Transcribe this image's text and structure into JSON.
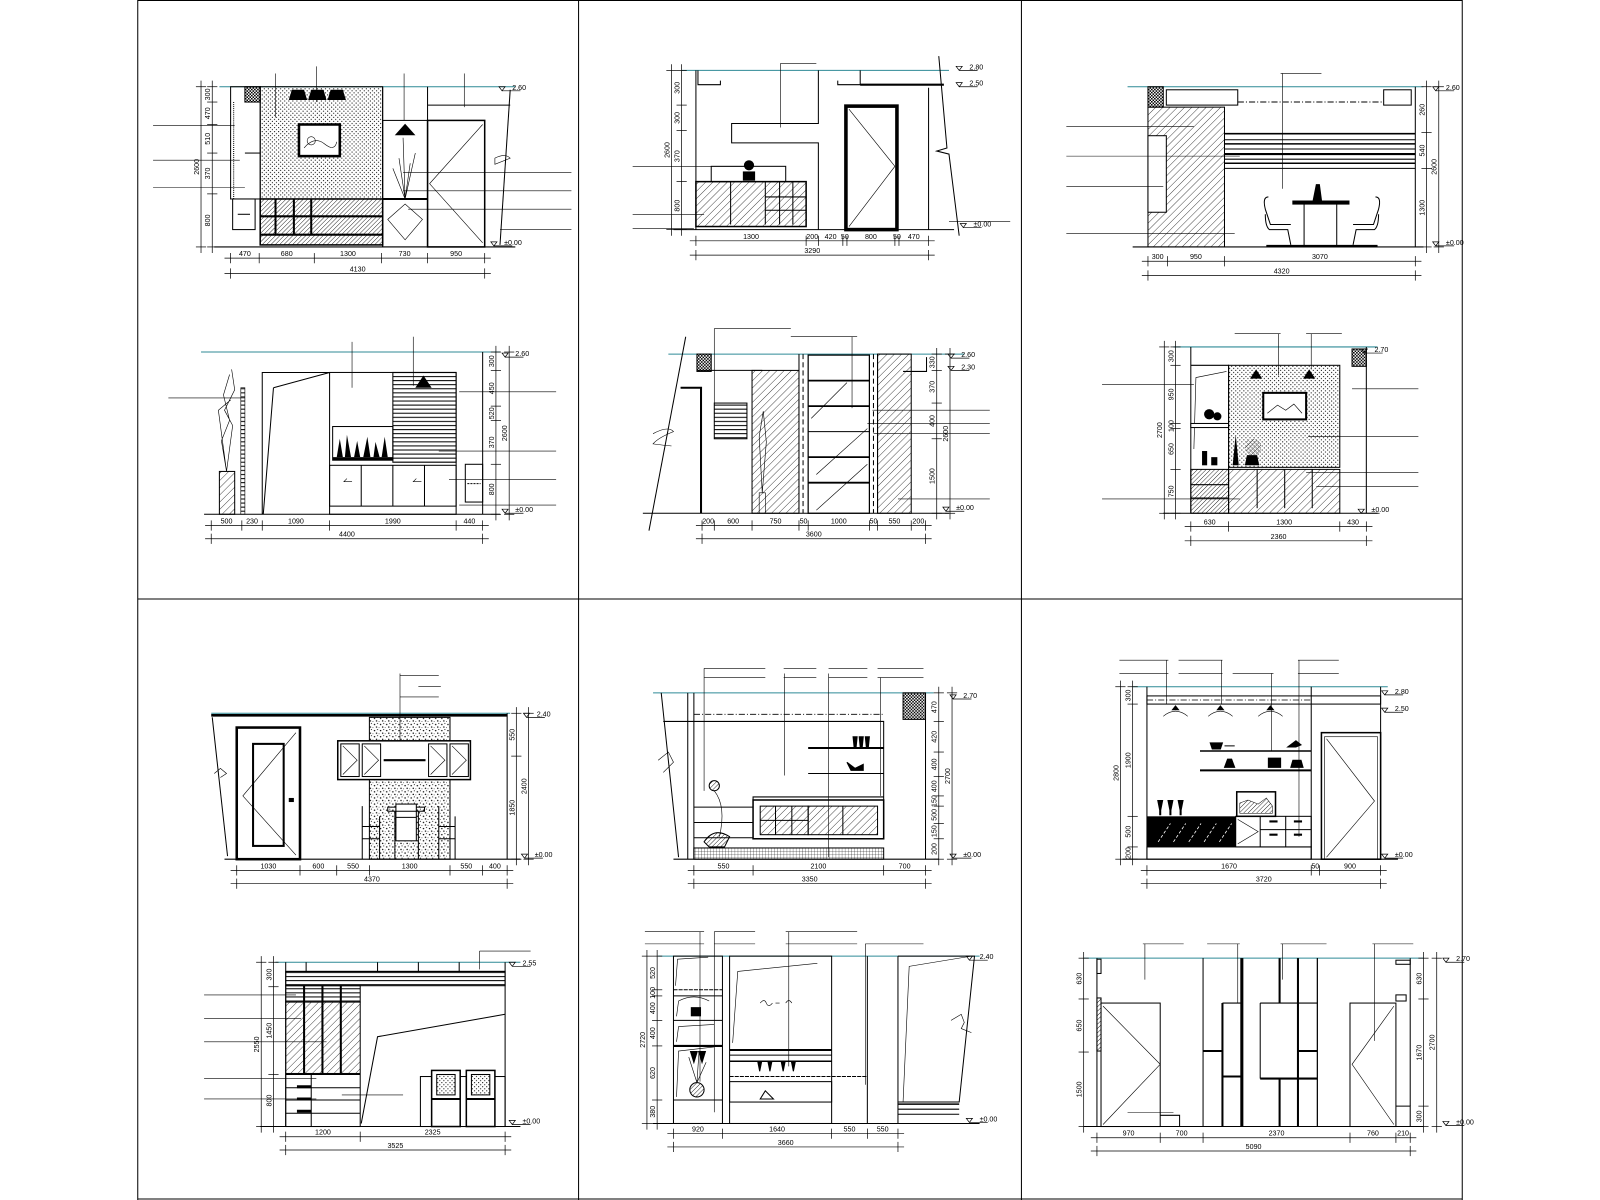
{
  "sheet": {
    "type": "interior elevation drawings",
    "line_color": "#000000",
    "accent_line_color": "#2f8a96"
  },
  "panels": [
    {
      "h": [
        "470",
        "680",
        "1300",
        "730",
        "950"
      ],
      "total_h": "4130",
      "v": [
        "300",
        "470",
        "510",
        "370",
        "800"
      ],
      "total_v": "2600",
      "levels": [
        "2.60",
        "±0.00"
      ]
    },
    {
      "h": [
        "1300",
        "200",
        "420",
        "50",
        "800",
        "50",
        "470"
      ],
      "total_h": "3290",
      "v": [
        "300",
        "300",
        "370",
        "800"
      ],
      "total_v": "2600",
      "levels": [
        "2.80",
        "2.50",
        "±0.00"
      ]
    },
    {
      "h": [
        "300",
        "950",
        "3070"
      ],
      "total_h": "4320",
      "v": [
        "260",
        "540",
        "1300"
      ],
      "total_v": "2600",
      "levels": [
        "2.60",
        "±0.00"
      ]
    },
    {
      "h": [
        "500",
        "230",
        "1090",
        "1990",
        "440"
      ],
      "total_h": "4400",
      "v": [
        "300",
        "450",
        "520",
        "370",
        "800"
      ],
      "total_v": "2600",
      "levels": [
        "2.60",
        "±0.00"
      ]
    },
    {
      "h": [
        "200",
        "600",
        "750",
        "50",
        "1000",
        "50",
        "550",
        "200"
      ],
      "total_h": "3600",
      "v": [
        "330",
        "370",
        "400",
        "1500"
      ],
      "total_v": "2600",
      "levels": [
        "2.60",
        "2.30",
        "±0.00"
      ]
    },
    {
      "h": [
        "630",
        "1300",
        "430"
      ],
      "total_h": "2360",
      "v": [
        "300",
        "950",
        "100",
        "650",
        "750"
      ],
      "total_v": "2700",
      "levels": [
        "2.70",
        "±0.00"
      ]
    },
    {
      "h": [
        "1030",
        "600",
        "550",
        "1300",
        "550",
        "400"
      ],
      "total_h": "4370",
      "v": [
        "550",
        "1850"
      ],
      "total_v": "2400",
      "levels": [
        "2.40",
        "±0.00"
      ]
    },
    {
      "h": [
        "550",
        "2100",
        "700"
      ],
      "total_h": "3350",
      "v": [
        "470",
        "420",
        "400",
        "400",
        "150",
        "500",
        "150",
        "200"
      ],
      "total_v": "2700",
      "levels": [
        "2.70",
        "±0.00"
      ]
    },
    {
      "h": [
        "1670",
        "50",
        "900"
      ],
      "total_h": "3720",
      "v": [
        "300",
        "1900",
        "500",
        "200"
      ],
      "total_v": "2800",
      "levels": [
        "2.80",
        "2.50",
        "±0.00"
      ]
    },
    {
      "h": [
        "1200",
        "2325"
      ],
      "total_h": "3525",
      "v": [
        "300",
        "1450",
        "800"
      ],
      "total_v": "2550",
      "levels": [
        "2.55",
        "±0.00"
      ]
    },
    {
      "h": [
        "920",
        "1640",
        "550",
        "550"
      ],
      "total_h": "3660",
      "v": [
        "520",
        "100",
        "400",
        "400",
        "620",
        "380"
      ],
      "total_v": "2720",
      "levels": [
        "2.40",
        "±0.00"
      ]
    },
    {
      "h": [
        "970",
        "700",
        "2370",
        "760",
        "210"
      ],
      "total_h": "5090",
      "v": [
        "630",
        "650",
        "1500"
      ],
      "v2": [
        "630",
        "1670",
        "300"
      ],
      "total_v": "2700",
      "levels": [
        "2.70",
        "±0.00"
      ]
    }
  ]
}
